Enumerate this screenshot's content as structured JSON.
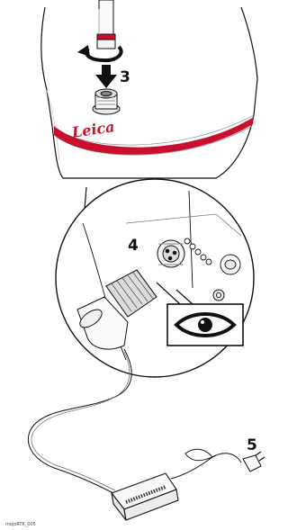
{
  "brand_logo_text": "Leica",
  "steps": {
    "step3": "3",
    "step4": "4",
    "step5": "5"
  },
  "figure_id": "mojoRTK_005",
  "colors": {
    "accent_red": "#c8102e",
    "line": "#111111"
  },
  "icons": [
    "rotate-arrow-icon",
    "down-arrow-icon",
    "eye-icon"
  ]
}
